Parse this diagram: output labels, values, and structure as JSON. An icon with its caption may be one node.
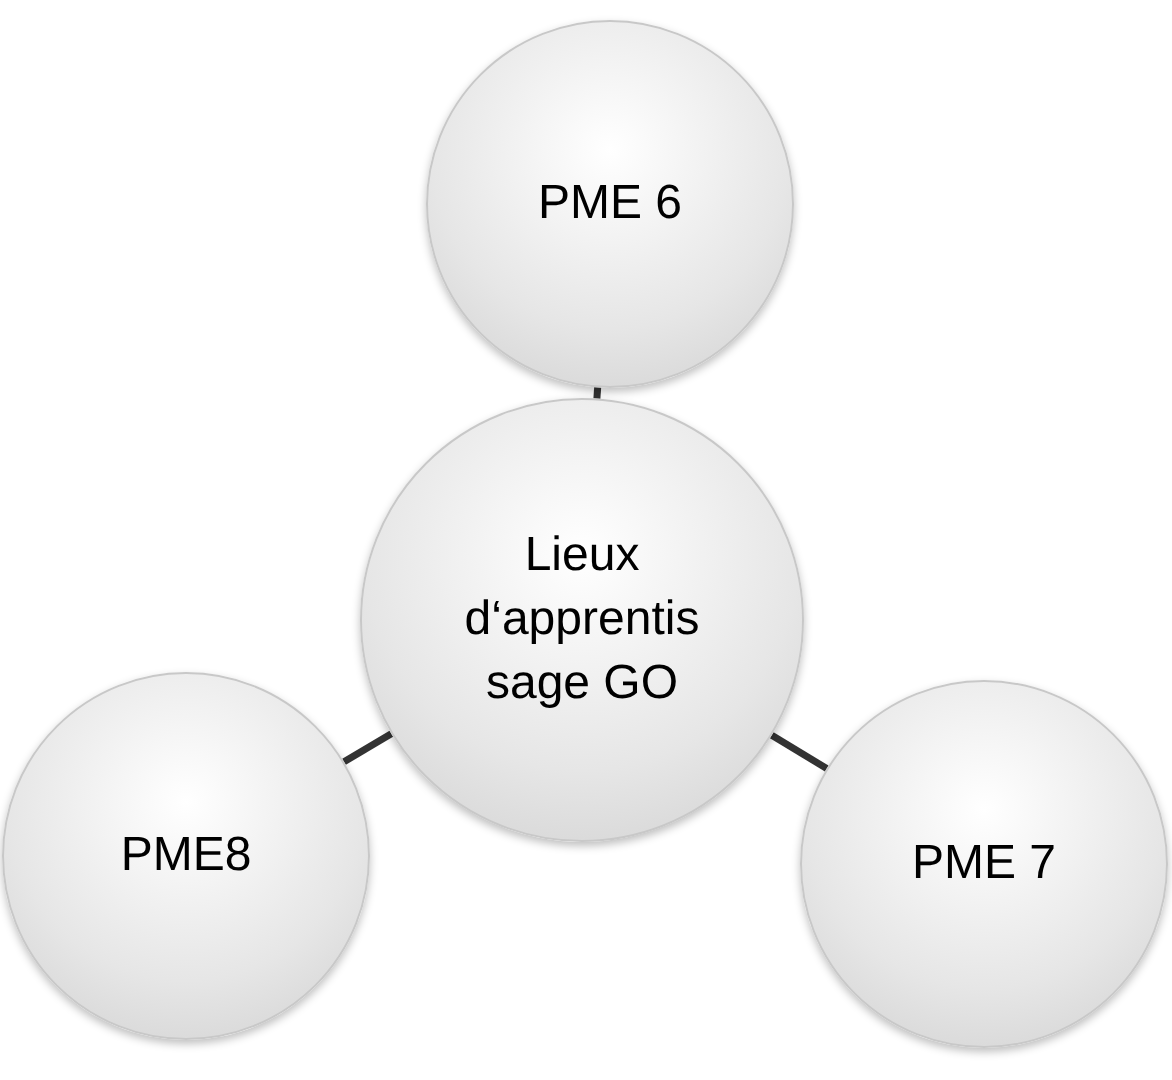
{
  "diagram": {
    "nodes": [
      {
        "text": [
          "Lieux d‘apprentis sage GO"
        ]
      },
      {
        "text": [
          "PME 6"
        ]
      },
      {
        "text": [
          "PME8"
        ]
      },
      {
        "text": [
          "PME 7"
        ]
      }
    ],
    "edges": [
      {
        "from": 0,
        "to": 1,
        "arrow": "none"
      },
      {
        "from": 0,
        "to": 2,
        "arrow": "none"
      },
      {
        "from": 0,
        "to": 3,
        "arrow": "none"
      }
    ]
  }
}
